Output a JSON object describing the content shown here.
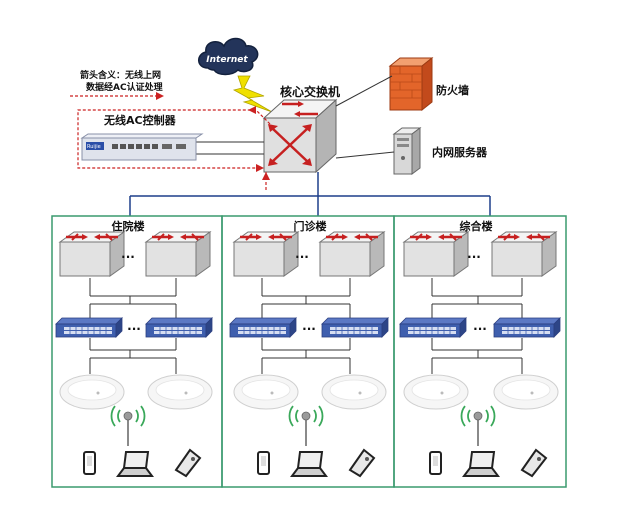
{
  "cloud": {
    "label": "Internet"
  },
  "core_switch": {
    "label": "核心交换机"
  },
  "firewall": {
    "label": "防火墙"
  },
  "server": {
    "label": "内网服务器"
  },
  "controller": {
    "label": "无线AC控制器",
    "badge": "Ruijie"
  },
  "legend": {
    "line1": "箭头含义：无线上网",
    "line2": "数据经AC认证处理"
  },
  "ellipsis": "...",
  "buildings": [
    {
      "name": "住院楼"
    },
    {
      "name": "门诊楼"
    },
    {
      "name": "综合楼"
    }
  ],
  "colors": {
    "arrow_red": "#cc2222",
    "building_border": "#3a9a6e",
    "connector": "#1d3f8a",
    "switch_blue": "#3f5fae",
    "lightning": "#f0e000"
  }
}
